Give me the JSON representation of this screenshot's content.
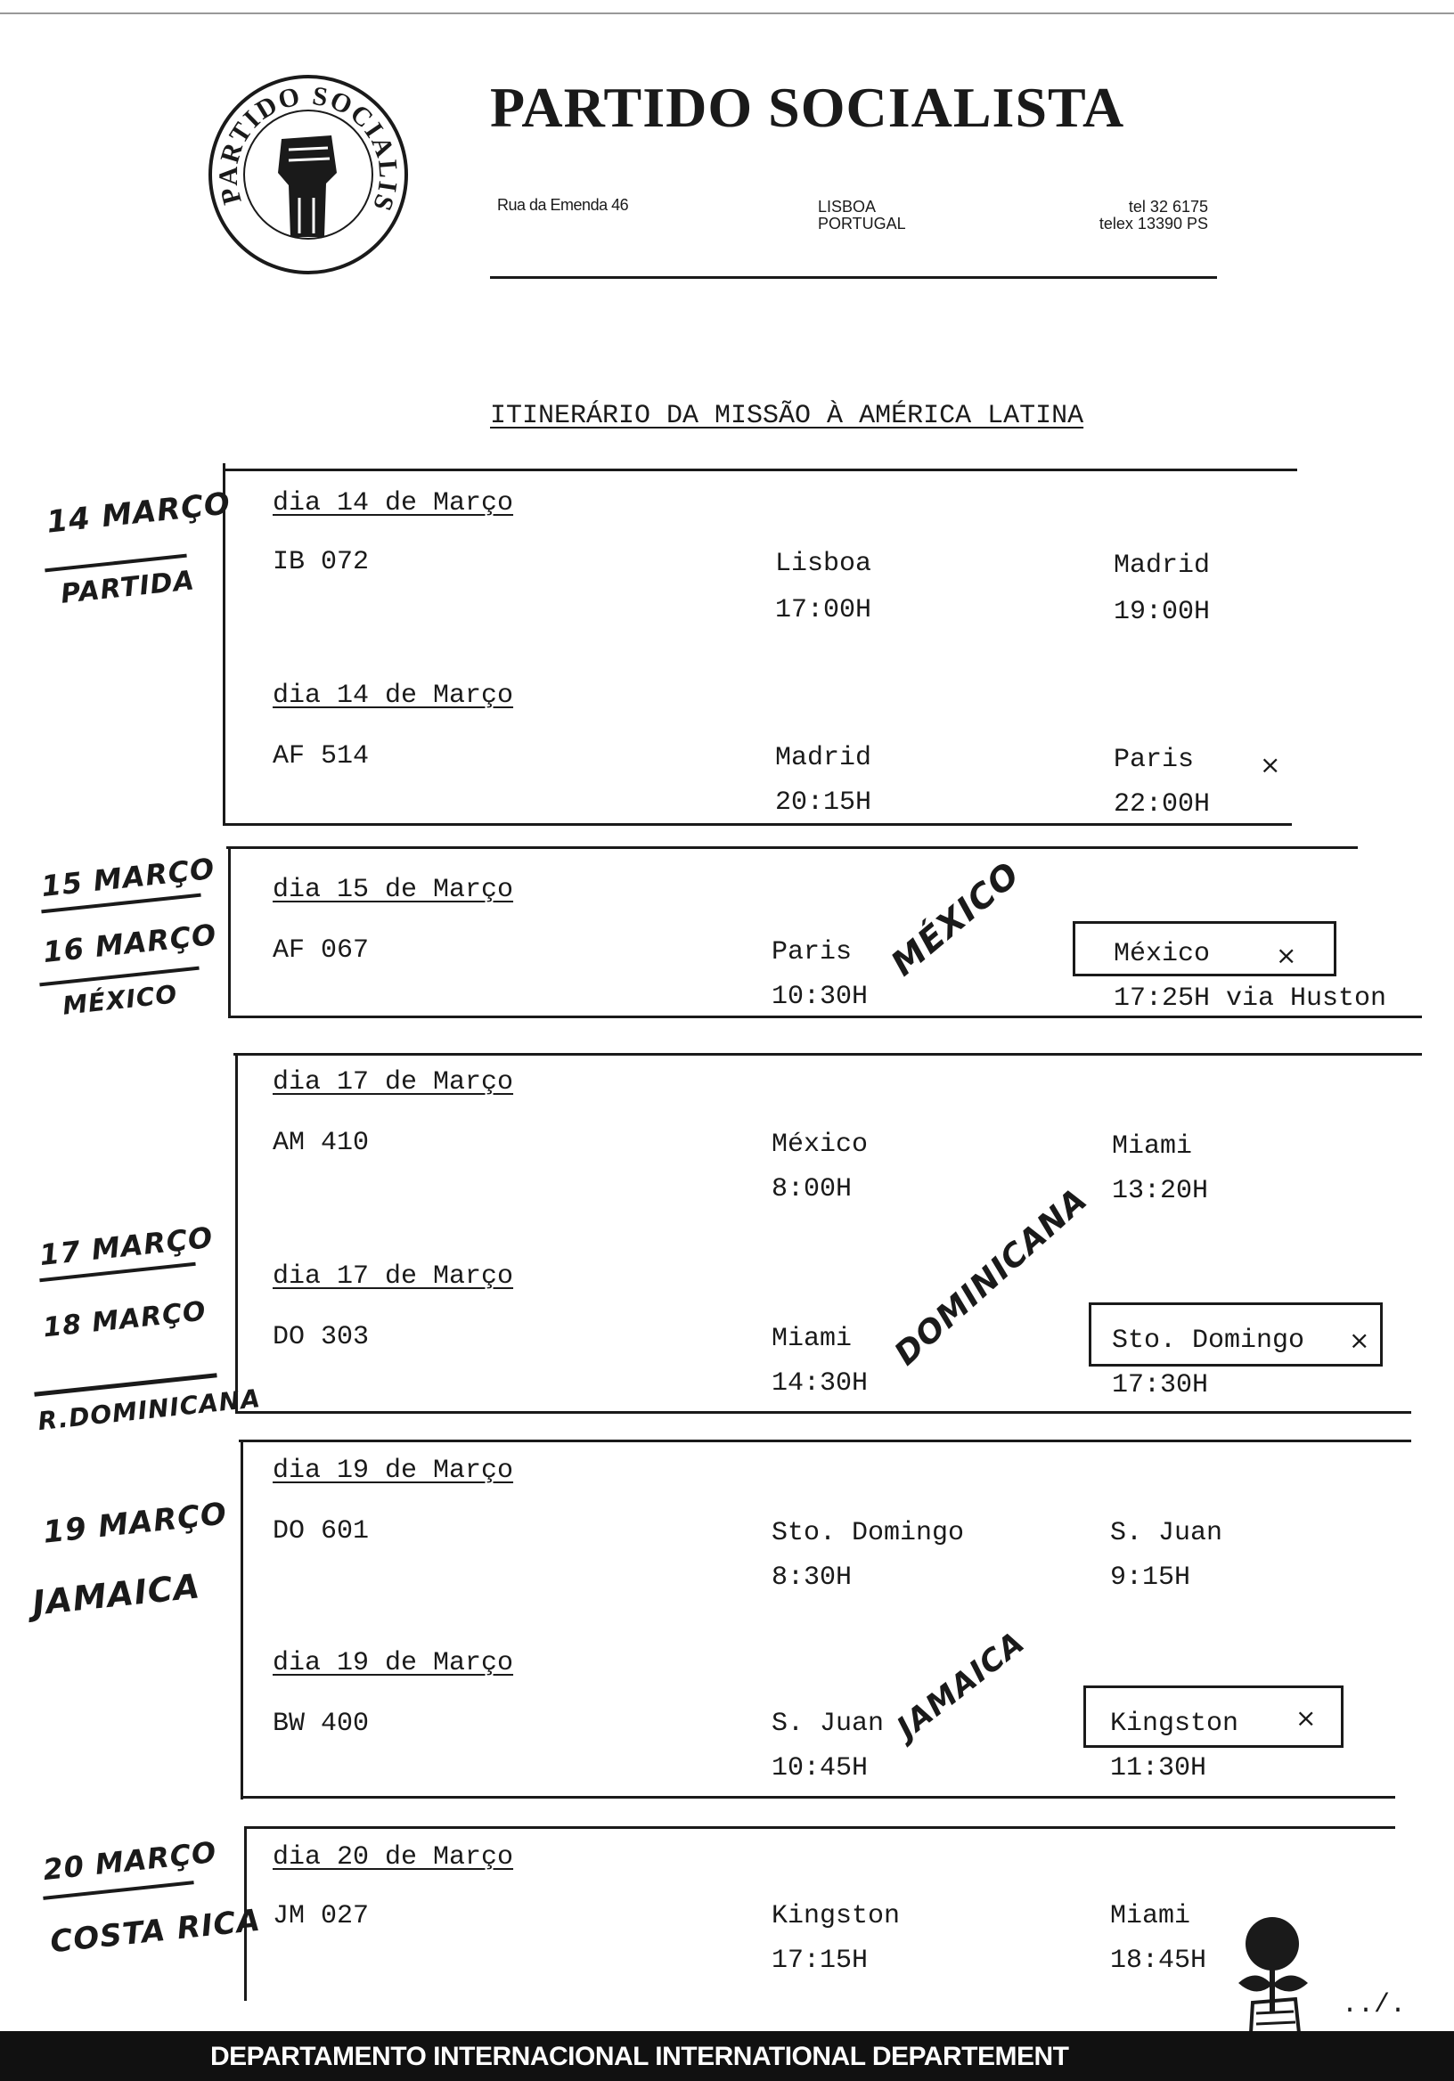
{
  "header": {
    "logo_ring_text": "PARTIDO SOCIALISTA",
    "title": "PARTIDO SOCIALISTA",
    "address": "Rua da Emenda 46",
    "city": "LISBOA",
    "country": "PORTUGAL",
    "tel": "tel 32 6175",
    "telex": "telex 13390 PS"
  },
  "document_title": "ITINERÁRIO DA MISSÃO À AMÉRICA LATINA",
  "flights": [
    {
      "date": "dia 14 de Março",
      "code": "IB 072",
      "from": "Lisboa",
      "dep": "17:00H",
      "to": "Madrid",
      "arr": "19:00H"
    },
    {
      "date": "dia 14 de Março",
      "code": "AF 514",
      "from": "Madrid",
      "dep": "20:15H",
      "to": "Paris",
      "arr": "22:00H"
    },
    {
      "date": "dia 15 de Março",
      "code": "AF 067",
      "from": "Paris",
      "dep": "10:30H",
      "to": "México",
      "arr": "17:25H via Huston"
    },
    {
      "date": "dia 17 de Março",
      "code": "AM 410",
      "from": "México",
      "dep": "8:00H",
      "to": "Miami",
      "arr": "13:20H"
    },
    {
      "date": "dia 17 de Março",
      "code": "DO 303",
      "from": "Miami",
      "dep": "14:30H",
      "to": "Sto. Domingo",
      "arr": "17:30H"
    },
    {
      "date": "dia 19 de Março",
      "code": "DO 601",
      "from": "Sto. Domingo",
      "dep": "8:30H",
      "to": "S. Juan",
      "arr": "9:15H"
    },
    {
      "date": "dia 19 de Março",
      "code": "BW 400",
      "from": "S. Juan",
      "dep": "10:45H",
      "to": "Kingston",
      "arr": "11:30H"
    },
    {
      "date": "dia 20 de Março",
      "code": "JM 027",
      "from": "Kingston",
      "dep": "17:15H",
      "to": "Miami",
      "arr": "18:45H"
    }
  ],
  "margin_notes": {
    "n1a": "14 MARÇO",
    "n1b": "PARTIDA",
    "n2a": "15 MARÇO",
    "n2b": "16 MARÇO",
    "n2c": "MÉXICO",
    "n3a": "17 MARÇO",
    "n3b": "18 MARÇO",
    "n3c": "R.DOMINICANA",
    "n4a": "19 MARÇO",
    "n4b": "JAMAICA",
    "n5a": "20 MARÇO",
    "n5b": "COSTA RICA"
  },
  "inline_notes": {
    "mexico": "MÉXICO",
    "dominicana": "DOMINICANA",
    "jamaica": "JAMAICA",
    "x": "×"
  },
  "page_marker": "../.",
  "footer": "DEPARTAMENTO INTERNACIONAL INTERNATIONAL DEPARTEMENT"
}
